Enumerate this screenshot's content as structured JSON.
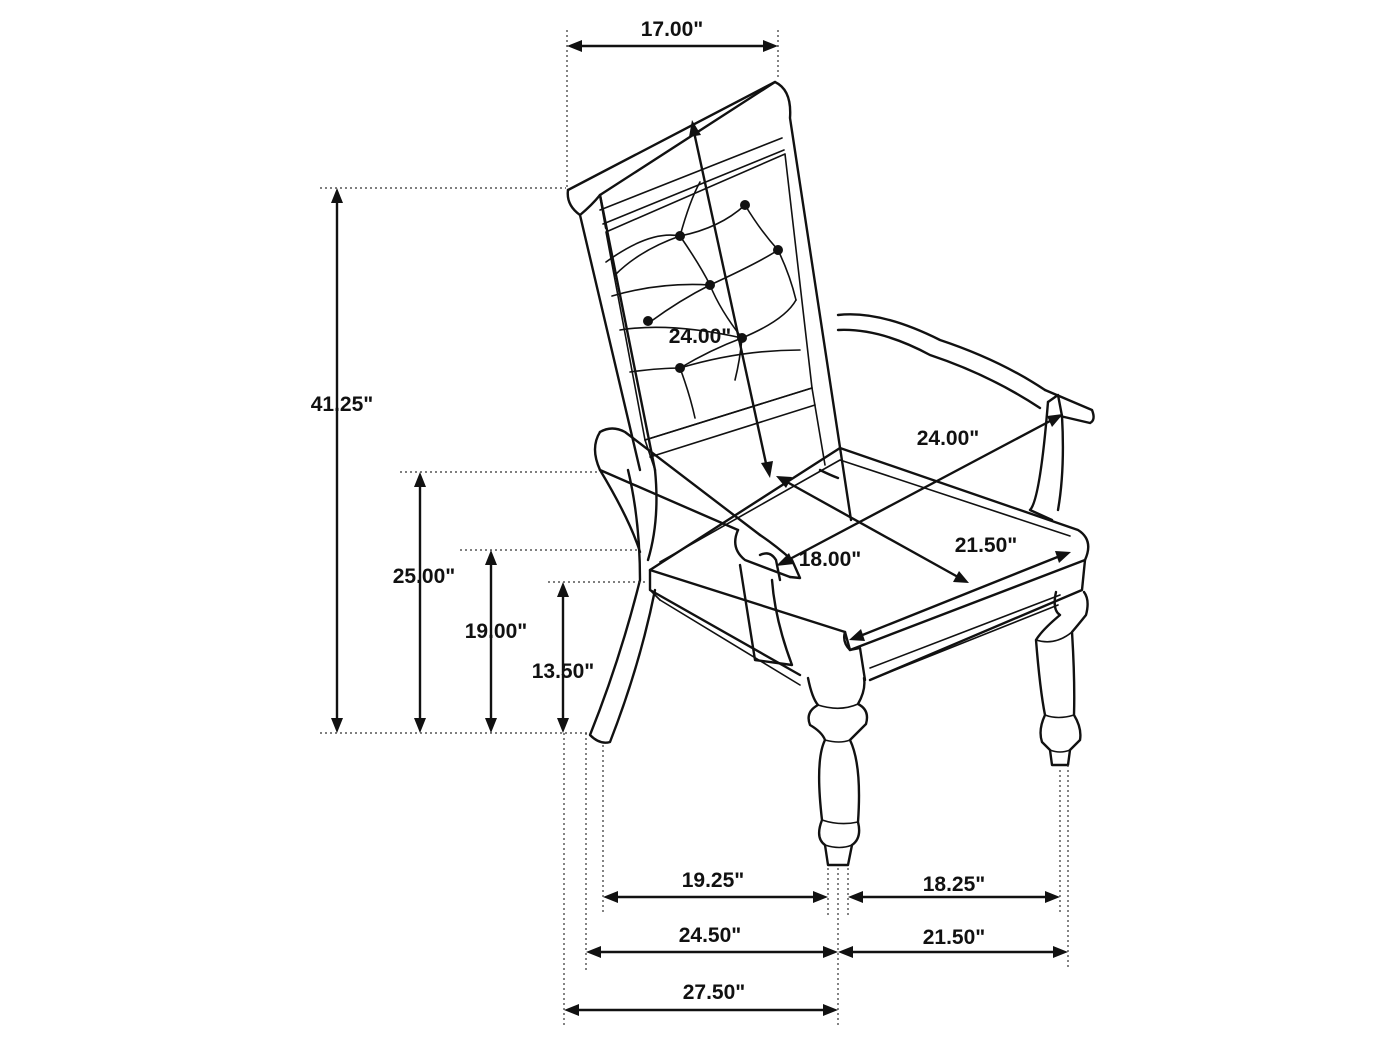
{
  "dimensions": {
    "top_width": "17.00\"",
    "overall_height": "41.25\"",
    "arm_height": "25.00\"",
    "seat_height": "19.00\"",
    "apron_height": "13.50\"",
    "back_height": "24.00\"",
    "seat_diagonal": "24.00\"",
    "seat_depth": "18.00\"",
    "seat_width": "21.50\"",
    "inner_width_front": "19.25\"",
    "inner_width_side": "18.25\"",
    "arm_width_front": "24.50\"",
    "arm_width_side": "21.50\"",
    "overall_width": "27.50\""
  },
  "colors": {
    "line": "#111111",
    "background": "#ffffff"
  }
}
